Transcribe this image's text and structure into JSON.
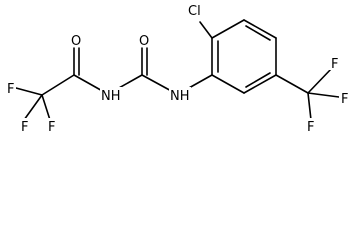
{
  "structure": {
    "atoms": [
      {
        "id": "f1",
        "symbol": "F"
      },
      {
        "id": "f2",
        "symbol": "F"
      },
      {
        "id": "f3",
        "symbol": "F"
      },
      {
        "id": "o1",
        "symbol": "O"
      },
      {
        "id": "o2",
        "symbol": "O"
      },
      {
        "id": "nh1",
        "symbol": "NH"
      },
      {
        "id": "nh2",
        "symbol": "NH"
      },
      {
        "id": "cl",
        "symbol": "Cl"
      },
      {
        "id": "f4",
        "symbol": "F"
      },
      {
        "id": "f5",
        "symbol": "F"
      },
      {
        "id": "f6",
        "symbol": "F"
      }
    ]
  }
}
